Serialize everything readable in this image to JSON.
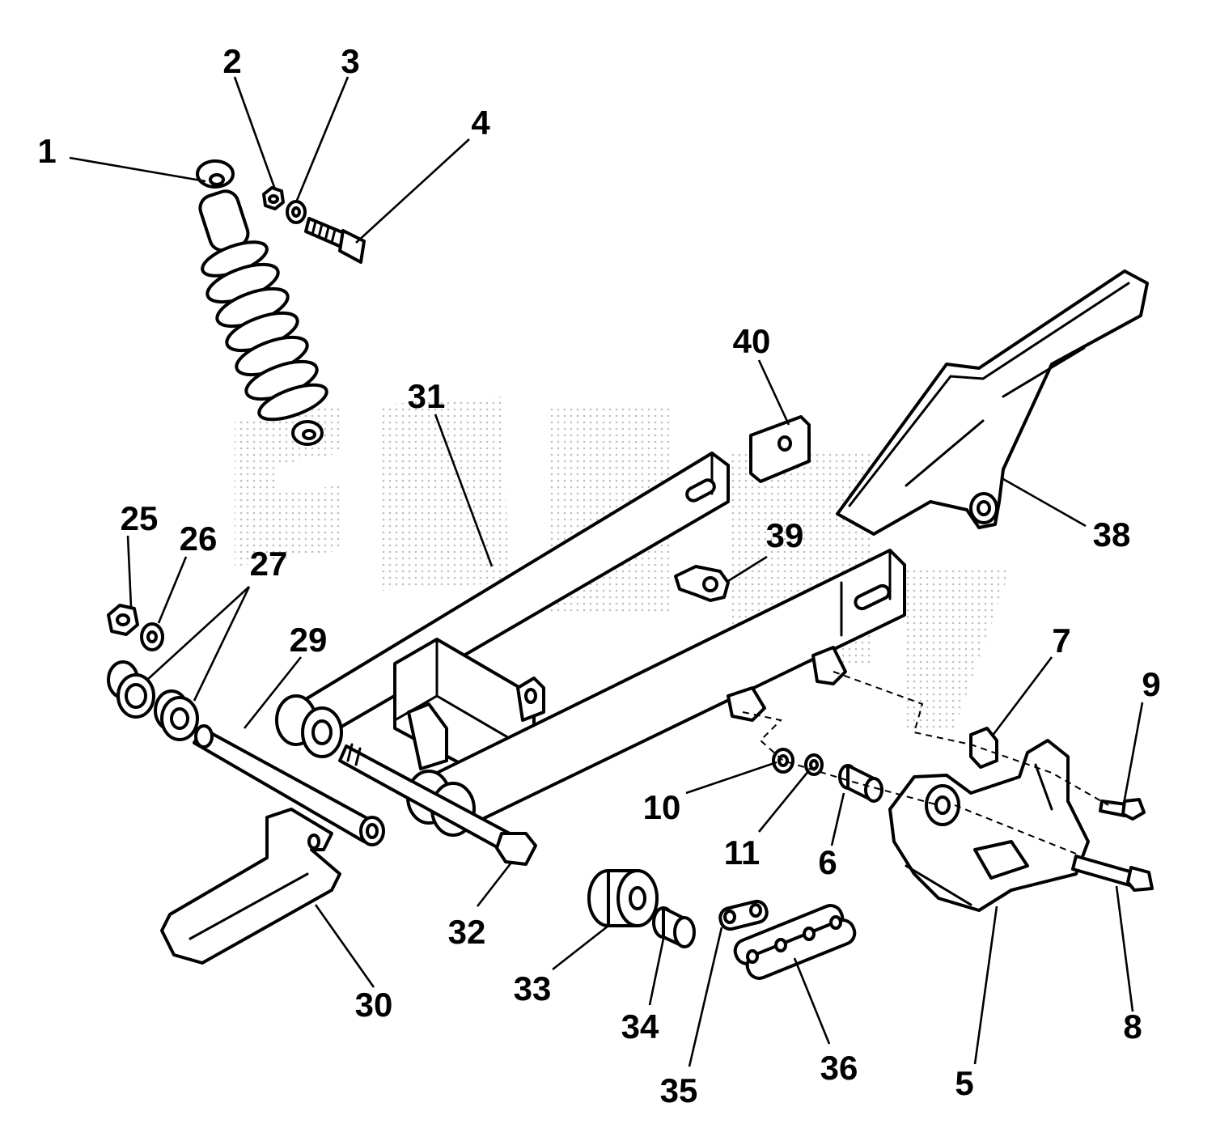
{
  "callouts": [
    {
      "id": "1",
      "label": "1"
    },
    {
      "id": "2",
      "label": "2"
    },
    {
      "id": "3",
      "label": "3"
    },
    {
      "id": "4",
      "label": "4"
    },
    {
      "id": "5",
      "label": "5"
    },
    {
      "id": "6",
      "label": "6"
    },
    {
      "id": "7",
      "label": "7"
    },
    {
      "id": "8",
      "label": "8"
    },
    {
      "id": "9",
      "label": "9"
    },
    {
      "id": "10",
      "label": "10"
    },
    {
      "id": "11",
      "label": "11"
    },
    {
      "id": "25",
      "label": "25"
    },
    {
      "id": "26",
      "label": "26"
    },
    {
      "id": "27",
      "label": "27"
    },
    {
      "id": "29",
      "label": "29"
    },
    {
      "id": "30",
      "label": "30"
    },
    {
      "id": "31",
      "label": "31"
    },
    {
      "id": "32",
      "label": "32"
    },
    {
      "id": "33",
      "label": "33"
    },
    {
      "id": "34",
      "label": "34"
    },
    {
      "id": "35",
      "label": "35"
    },
    {
      "id": "36",
      "label": "36"
    },
    {
      "id": "38",
      "label": "38"
    },
    {
      "id": "39",
      "label": "39"
    },
    {
      "id": "40",
      "label": "40"
    }
  ],
  "colors": {
    "line": "#000000",
    "background": "#ffffff",
    "watermark": "#b8b8b8"
  }
}
